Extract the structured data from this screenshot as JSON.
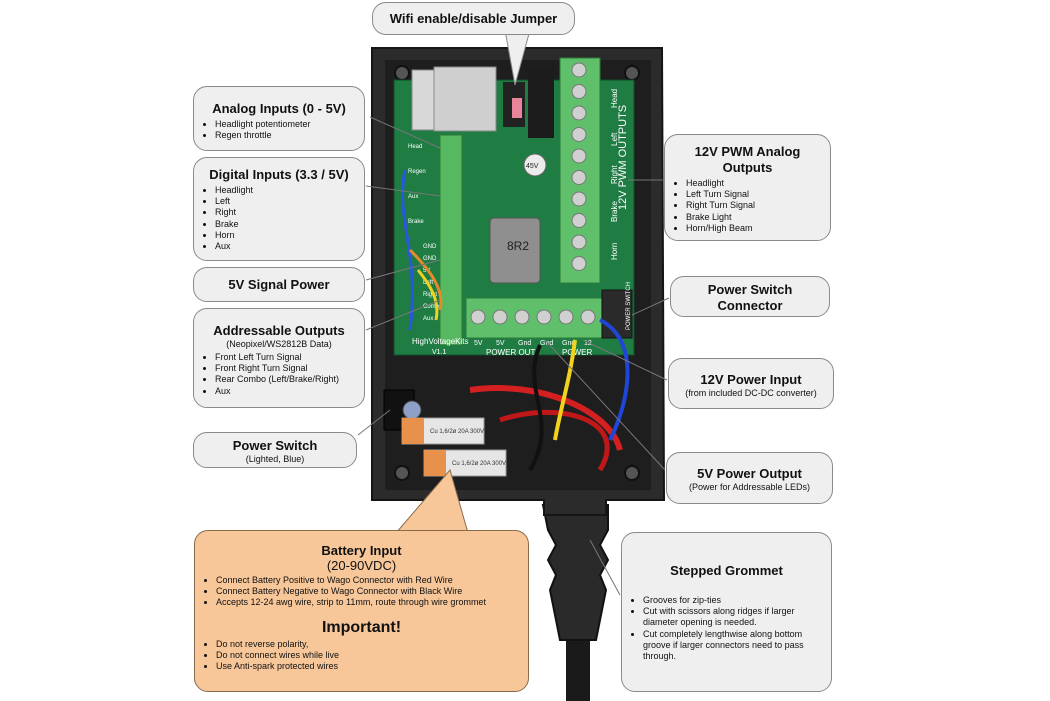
{
  "callouts": {
    "wifi": {
      "title": "Wifi enable/disable Jumper"
    },
    "analog": {
      "title": "Analog Inputs (0 - 5V)",
      "items": [
        "Headlight potentiometer",
        "Regen throttle"
      ]
    },
    "digital": {
      "title": "Digital Inputs (3.3 / 5V)",
      "items": [
        "Headlight",
        "Left",
        "Right",
        "Brake",
        "Horn",
        "Aux"
      ]
    },
    "signal_power": {
      "title": "5V Signal Power"
    },
    "addressable": {
      "title": "Addressable Outputs",
      "subtitle": "(Neopixel/WS2812B Data)",
      "items": [
        "Front Left Turn Signal",
        "Front Right Turn Signal",
        "Rear Combo (Left/Brake/Right)",
        "Aux"
      ]
    },
    "power_switch": {
      "title": "Power Switch",
      "subtitle": "(Lighted, Blue)"
    },
    "pwm": {
      "title": "12V PWM Analog Outputs",
      "items": [
        "Headlight",
        "Left Turn Signal",
        "Right Turn Signal",
        "Brake Light",
        "Horn/High Beam"
      ]
    },
    "switch_conn": {
      "title": "Power Switch Connector"
    },
    "power_in": {
      "title": "12V Power Input",
      "subtitle": "(from included DC-DC converter)"
    },
    "power_out": {
      "title": "5V Power Output",
      "subtitle": "(Power for Addressable LEDs)"
    },
    "battery": {
      "title": "Battery Input",
      "subtitle": "(20-90VDC)",
      "items": [
        "Connect Battery Positive to Wago Connector with Red Wire",
        "Connect Battery Negative to Wago Connector with Black Wire",
        "Accepts 12-24 awg wire, strip to 11mm, route through wire grommet"
      ],
      "important_title": "Important!",
      "important_items": [
        "Do not reverse polarity,",
        "Do not connect wires while live",
        "Use Anti-spark protected wires"
      ]
    },
    "grommet": {
      "title": "Stepped Grommet",
      "items": [
        "Grooves for zip-ties",
        "Cut with scissors along ridges if larger diameter opening is needed.",
        "Cut completely lengthwise along bottom groove if larger connectors need to pass through."
      ]
    }
  },
  "board": {
    "pwm_header": "12V PWM OUTPUTS",
    "pwm_labels": [
      "Head",
      "Left",
      "Right",
      "Brake",
      "Horn"
    ],
    "input_labels": [
      "Head",
      "Regen",
      "Aux",
      "Brake"
    ],
    "mid_labels": [
      "GND",
      "GND",
      "5V",
      "Left",
      "Right",
      "Combo",
      "Aux"
    ],
    "brand": "HighVoltageKits",
    "version": "V1.1",
    "inductor": "8R2",
    "capacitor": "45V",
    "bottom_labels": [
      "5V",
      "5V",
      "Gnd",
      "Gnd",
      "Gnd",
      "12"
    ],
    "power_out_label": "POWER OUT",
    "power_label": "POWER",
    "switch_label": "POWER SWITCH",
    "wago_label": "Cu 1,6/2ø 20A 300V"
  }
}
